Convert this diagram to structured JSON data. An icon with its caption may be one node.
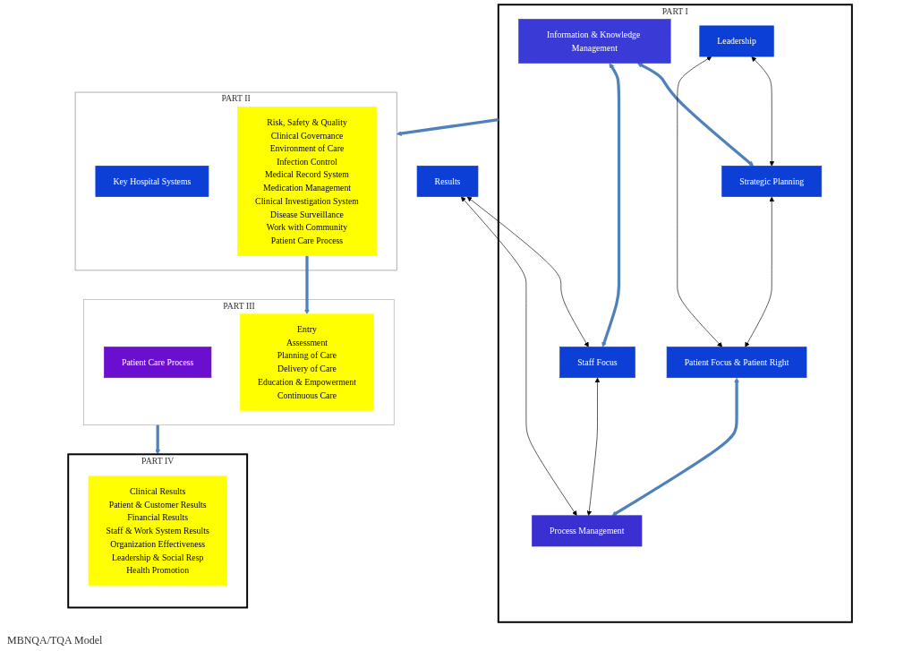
{
  "diagram": {
    "nodes": [
      {
        "text": [
          "PART I"
        ]
      },
      {
        "text": [
          "Information & Knowledge Management"
        ],
        "in": 0
      },
      {
        "text": [
          "Strategic Planning"
        ],
        "in": 0
      },
      {
        "text": [
          "Staff Focus"
        ],
        "in": 0
      },
      {
        "text": [
          "Leadership"
        ],
        "in": 0
      },
      {
        "text": [
          "Patient Focus & Patient Right"
        ],
        "in": 0
      },
      {
        "text": [
          "Process Management"
        ],
        "in": 0
      },
      {
        "text": [
          "Results"
        ]
      },
      {
        "text": [
          "PART IV"
        ]
      },
      {
        "text": [
          "Clinical Results",
          "Patient & Customer Results",
          "Financial Results",
          "Staff & Work System Results",
          "Organization Effectiveness",
          "Leadership & Social Resp",
          "Health Promotion"
        ],
        "in": 8
      },
      {
        "text": [
          "PART II"
        ]
      },
      {
        "text": [
          "Key Hospital Systems"
        ],
        "in": 10
      },
      {
        "text": [
          "Risk, Safety & Quality",
          "Clinical Governance",
          "Environment of Care",
          "Infection Control",
          "Medical Record System",
          "Medication Management",
          "Clinical Investigation System",
          "Disease Surveillance",
          "Work with Community",
          "Patient Care Process"
        ],
        "in": 10
      },
      {
        "text": [
          "PART III"
        ]
      },
      {
        "text": [
          "Patient Care Process"
        ],
        "in": 13
      },
      {
        "text": [
          "Entry",
          "Assessment",
          "Planning of Care",
          "Delivery of Care",
          "Education & Empowerment",
          "Continuous Care"
        ],
        "in": 13
      }
    ],
    "edges": [
      {
        "from": 1,
        "to": 2,
        "arrow": "both",
        "style": "thick",
        "color": "#4f81bd"
      },
      {
        "from": 1,
        "to": 3,
        "arrow": "both",
        "style": "thick",
        "color": "#4f81bd"
      },
      {
        "from": 4,
        "to": 2,
        "arrow": "both",
        "color": "#000000"
      },
      {
        "from": 4,
        "to": 5,
        "arrow": "both",
        "color": "#000000"
      },
      {
        "from": 2,
        "to": 5,
        "arrow": "both",
        "color": "#000000"
      },
      {
        "from": 3,
        "to": 6,
        "arrow": "both",
        "color": "#000000"
      },
      {
        "from": 5,
        "to": 6,
        "arrow": "both",
        "style": "thick",
        "color": "#4f81bd"
      },
      {
        "from": 7,
        "to": 3,
        "arrow": "both",
        "color": "#000000"
      },
      {
        "from": 7,
        "to": 6,
        "arrow": "both",
        "color": "#000000"
      },
      {
        "from": 0,
        "to": 10,
        "arrow": "to",
        "style": "thick",
        "color": "#4f81bd"
      },
      {
        "from": 12,
        "to": 15,
        "arrow": "to",
        "style": "thick",
        "color": "#4f81bd"
      },
      {
        "from": 13,
        "to": 8,
        "arrow": "to",
        "style": "thick",
        "color": "#4f81bd"
      }
    ],
    "labels": [
      "MBNQA/TQA Model"
    ]
  }
}
